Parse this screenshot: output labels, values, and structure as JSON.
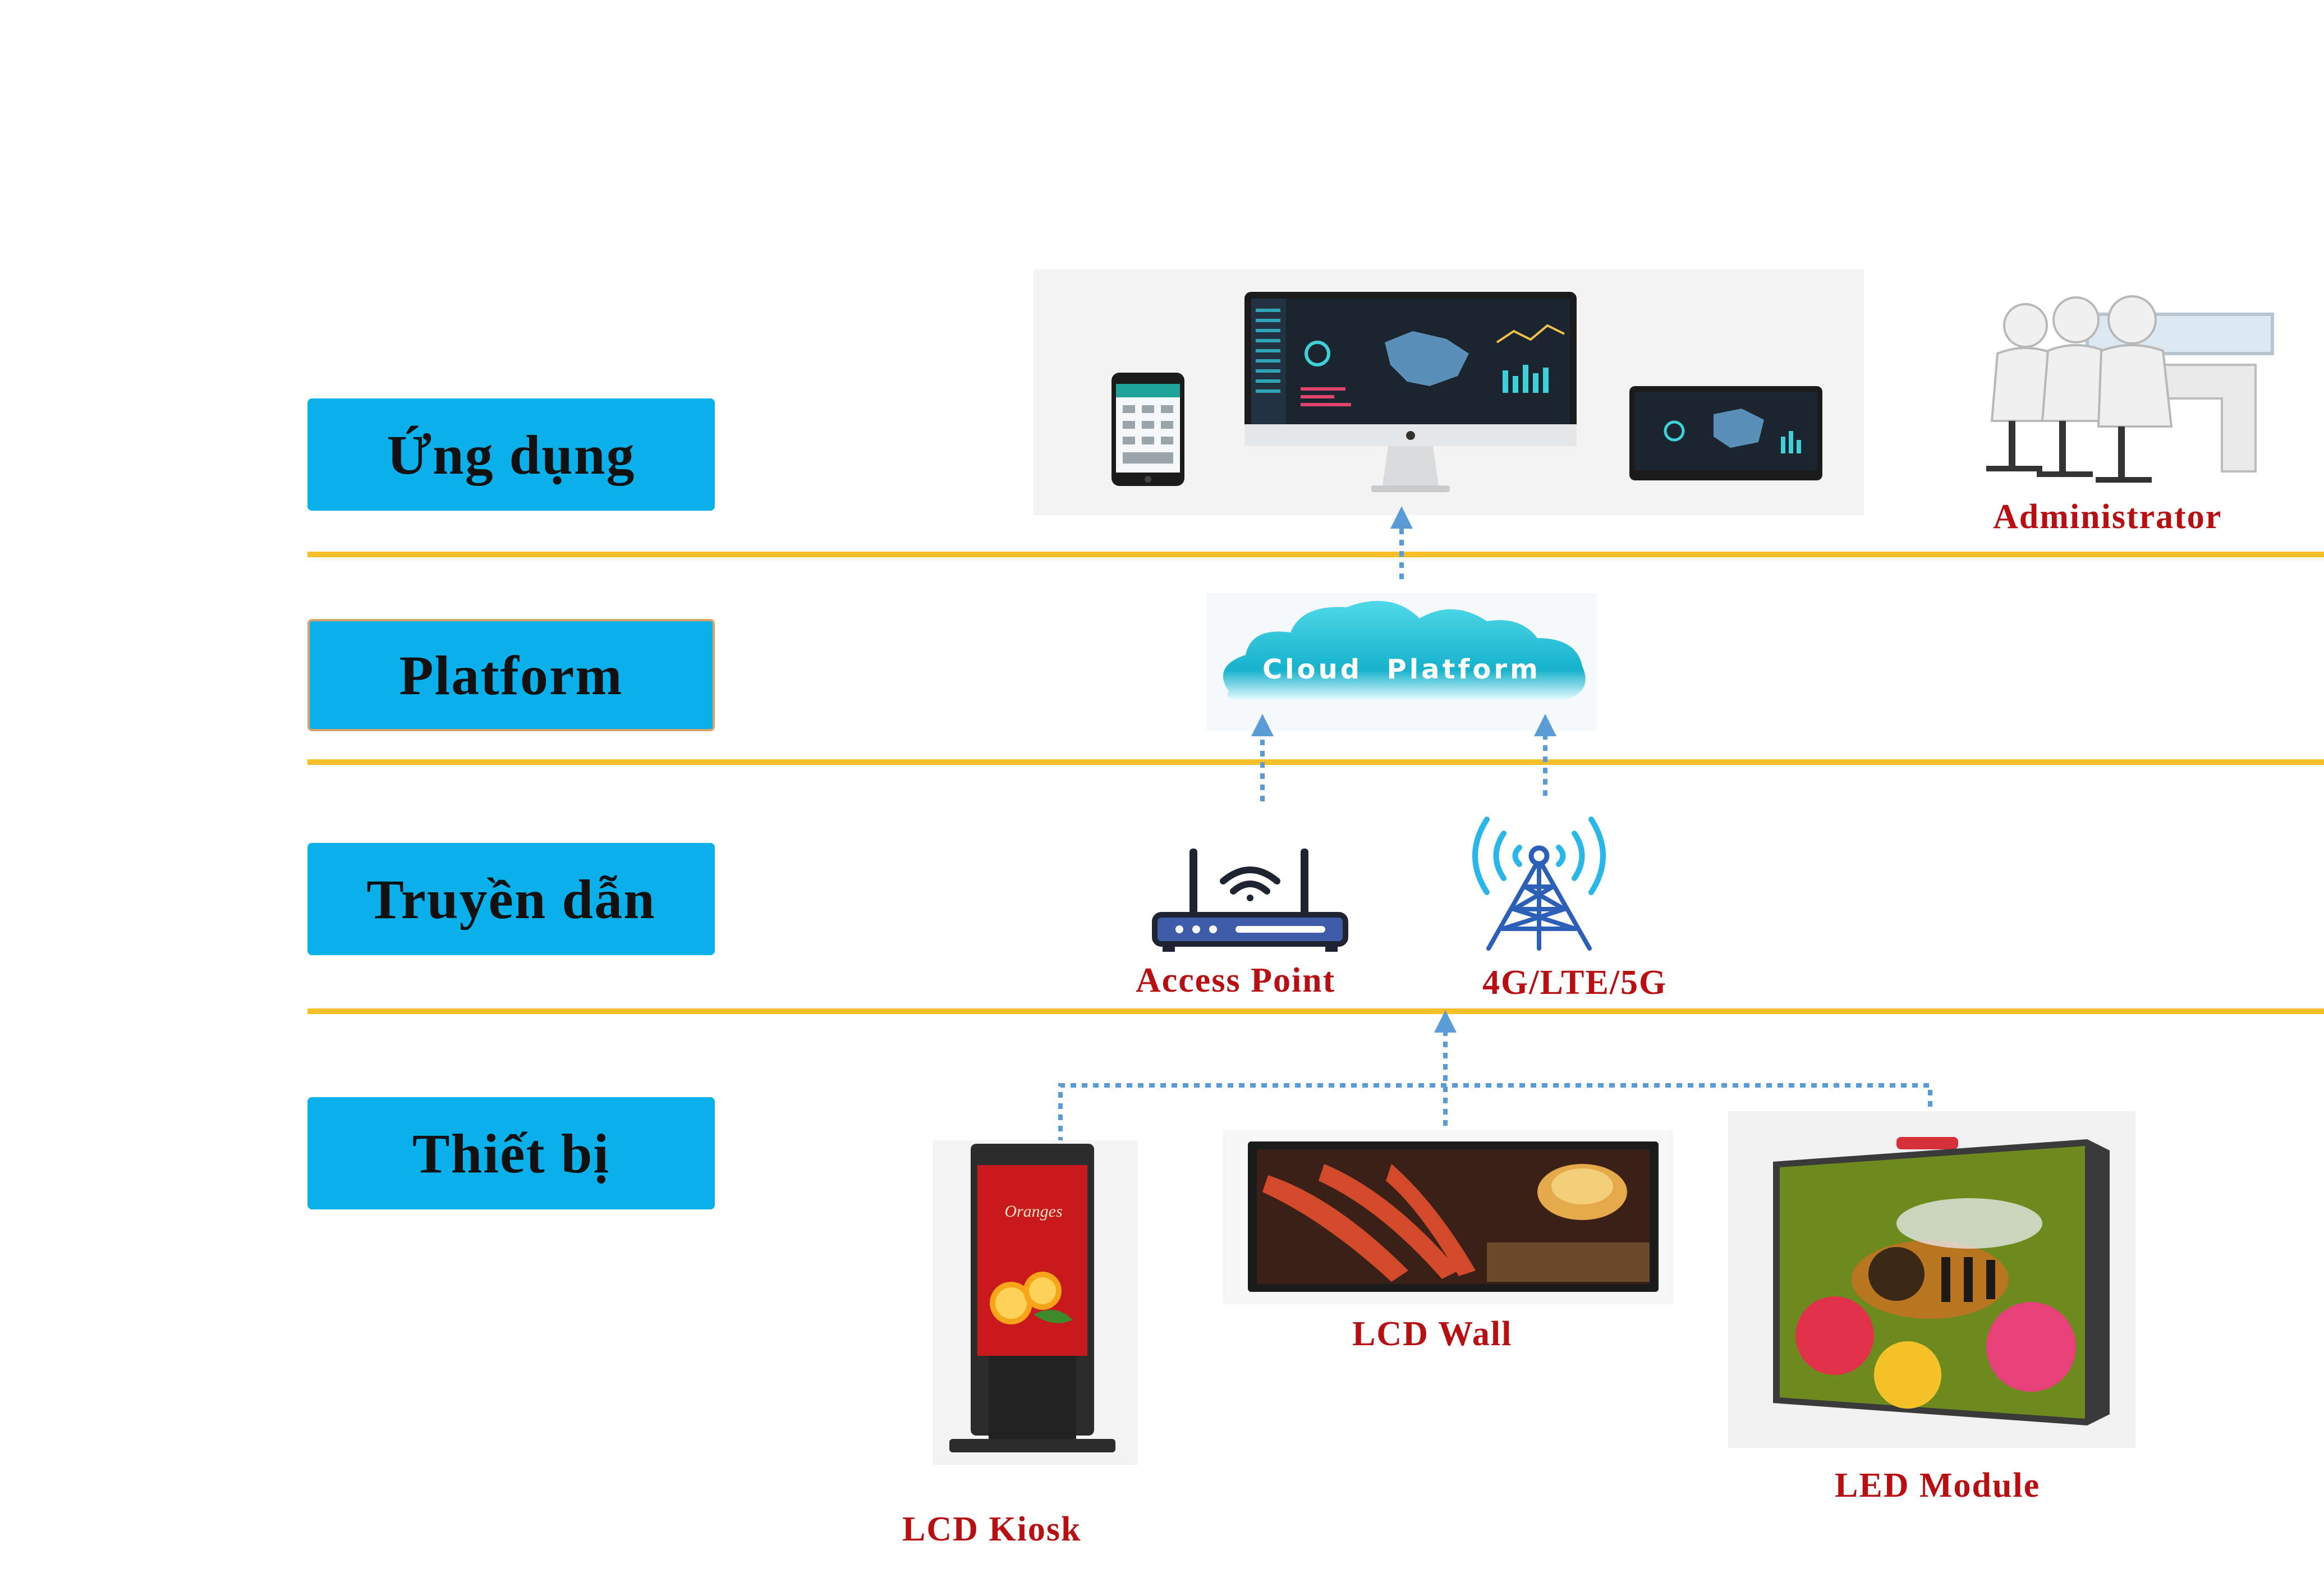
{
  "layers": {
    "ung_dung": "Ứng dụng",
    "platform": "Platform",
    "truyen_dan": "Truyền dẫn",
    "thiet_bi": "Thiết bị"
  },
  "cloud": {
    "label": "Cloud  Platform"
  },
  "labels": {
    "administrator": "Administrator",
    "access_point": "Access Point",
    "network": "4G/LTE/5G",
    "lcd_kiosk": "LCD Kiosk",
    "lcd_wall": "LCD Wall",
    "led_module": "LED Module",
    "kiosk_screen_text": "Oranges"
  },
  "colors": {
    "layer_button": "#0ab0ea",
    "separator": "#f7bf2a",
    "device_label": "#b80f12",
    "arrow": "#5b9bd5"
  },
  "icons": [
    "smartphone-icon",
    "desktop-monitor-icon",
    "tablet-icon",
    "operators-icon",
    "cloud-icon",
    "router-icon",
    "cell-tower-icon",
    "kiosk-icon",
    "lcd-wall-icon",
    "led-module-icon"
  ]
}
